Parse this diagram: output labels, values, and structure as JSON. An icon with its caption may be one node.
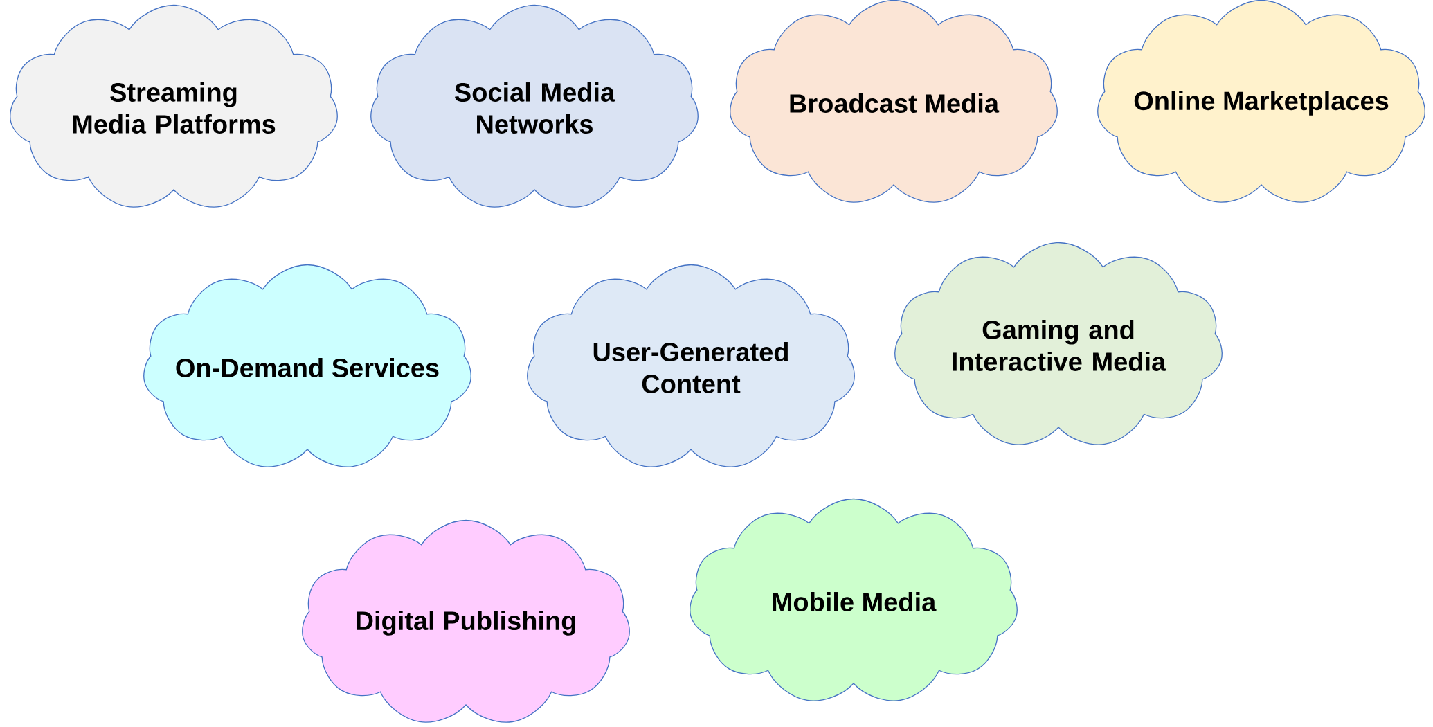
{
  "diagram": {
    "nodes": [
      {
        "text": [
          "Streaming Media Platforms"
        ]
      },
      {
        "text": [
          "Social Media Networks"
        ]
      },
      {
        "text": [
          "Broadcast Media"
        ]
      },
      {
        "text": [
          "Online Marketplaces"
        ]
      },
      {
        "text": [
          "On-Demand Services"
        ]
      },
      {
        "text": [
          "User-Generated Content"
        ]
      },
      {
        "text": [
          "Gaming and Interactive Media"
        ]
      },
      {
        "text": [
          "Digital Publishing"
        ]
      },
      {
        "text": [
          "Mobile Media"
        ]
      }
    ]
  }
}
